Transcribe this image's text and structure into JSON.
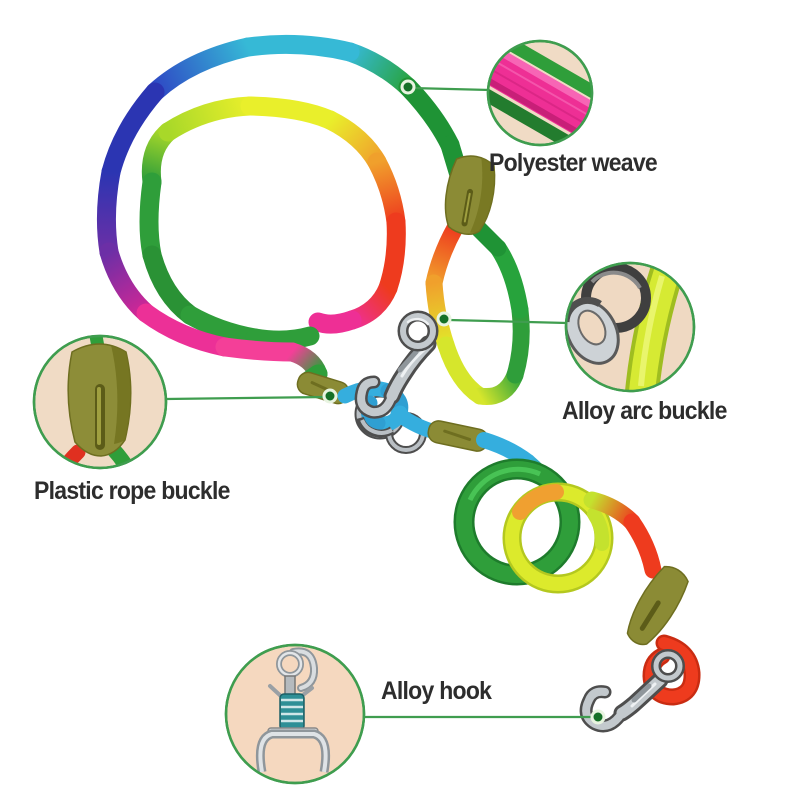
{
  "image": {
    "description": "Annotated product photo of a rainbow nylon rope dog leash with four zoom-detail callouts",
    "background_color": "#ffffff"
  },
  "callouts": [
    {
      "id": "polyester-weave",
      "label": "Polyester weave"
    },
    {
      "id": "alloy-arc-buckle",
      "label": "Alloy arc buckle"
    },
    {
      "id": "plastic-rope-buckle",
      "label": "Plastic rope buckle"
    },
    {
      "id": "alloy-hook",
      "label": "Alloy hook"
    }
  ],
  "colors": {
    "callout_border": "#3f9d4f",
    "callout_line": "#3f9d4f",
    "callout_bg": "#f0dbc5",
    "label_text": "#2d2d2d",
    "rope_cyan": "#36b9d6",
    "rope_blue": "#2e46c4",
    "rope_navy": "#2b35b2",
    "rope_purple": "#6c2fa6",
    "rope_magenta": "#d32795",
    "rope_pink": "#ee2f95",
    "rope_green": "#2f9e3a",
    "rope_yellow_green": "#b8e030",
    "rope_yellow": "#e9ef2b",
    "rope_orange": "#f0a02c",
    "rope_red": "#ee3b1e",
    "rope_sky_blue": "#35aede",
    "buckle_olive": "#8b8b35",
    "metal_silver": "#c3c9cd",
    "metal_dark": "#4e4e4e",
    "spring_teal": "#2e8f96"
  }
}
